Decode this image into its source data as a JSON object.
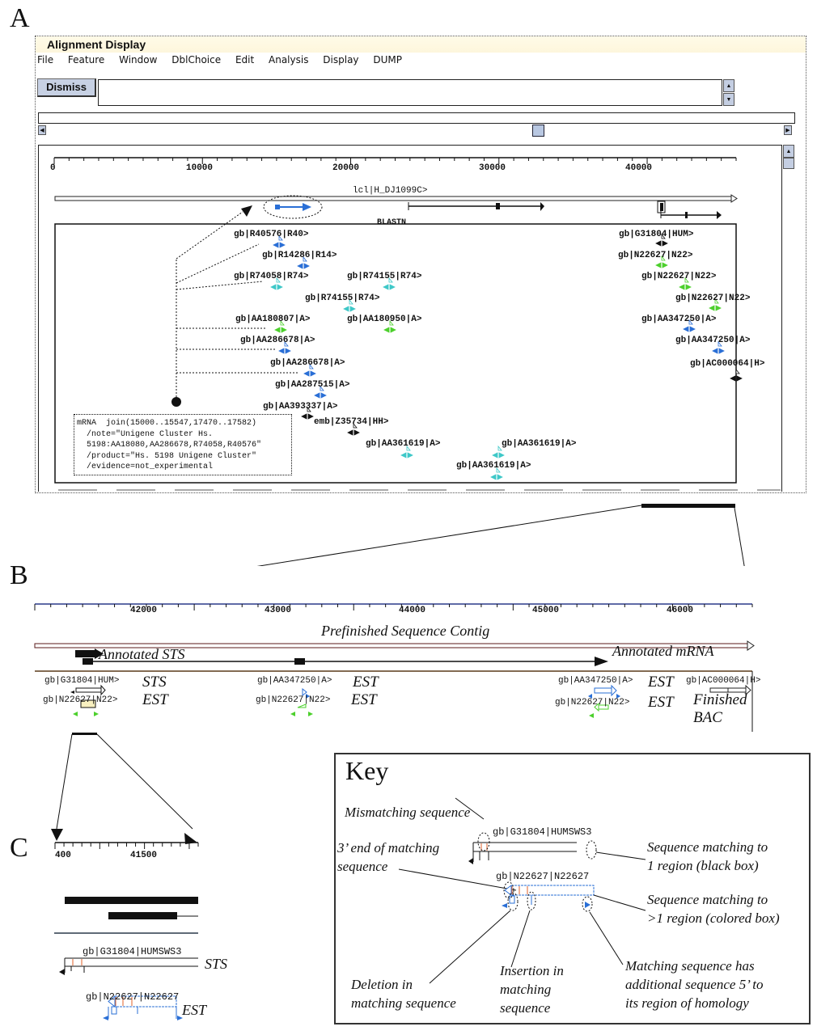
{
  "panels": {
    "a": "A",
    "b": "B",
    "c": "C"
  },
  "window": {
    "title": "Alignment Display",
    "menu": [
      "File",
      "Feature",
      "Window",
      "DblChoice",
      "Edit",
      "Analysis",
      "Display",
      "DUMP"
    ],
    "dismiss_label": "Dismiss",
    "message_field_value": ""
  },
  "panel_a": {
    "axis_ticks": [
      "0",
      "10000",
      "20000",
      "30000",
      "40000"
    ],
    "contig_label": "lcl|H_DJ1099C>",
    "blast_label": "BLASTN",
    "hits": [
      {
        "label": "gb|R40576|R40>",
        "color": "#2a6fd6"
      },
      {
        "label": "gb|R14286|R14>",
        "color": "#2a6fd6"
      },
      {
        "label": "gb|R74058|R74>",
        "color": "#3ec8c8"
      },
      {
        "label": "gb|R74155|R74>",
        "color": "#3ec8c8"
      },
      {
        "label": "gb|R74155|R74>",
        "color": "#3ec8c8"
      },
      {
        "label": "gb|AA180807|A>",
        "color": "#4cd02c"
      },
      {
        "label": "gb|AA180950|A>",
        "color": "#4cd02c"
      },
      {
        "label": "gb|AA286678|A>",
        "color": "#2a6fd6"
      },
      {
        "label": "gb|AA286678|A>",
        "color": "#2a6fd6"
      },
      {
        "label": "gb|AA287515|A>",
        "color": "#2a6fd6"
      },
      {
        "label": "gb|AA393337|A>",
        "color": "#111111"
      },
      {
        "label": "emb|Z35734|HH>",
        "color": "#111111"
      },
      {
        "label": "gb|AA361619|A>",
        "color": "#3ec8c8"
      },
      {
        "label": "gb|AA361619|A>",
        "color": "#3ec8c8"
      },
      {
        "label": "gb|AA361619|A>",
        "color": "#3ec8c8"
      },
      {
        "label": "gb|G31804|HUM>",
        "color": "#111111"
      },
      {
        "label": "gb|N22627|N22>",
        "color": "#4cd02c"
      },
      {
        "label": "gb|N22627|N22>",
        "color": "#4cd02c"
      },
      {
        "label": "gb|N22627|N22>",
        "color": "#4cd02c"
      },
      {
        "label": "gb|AA347250|A>",
        "color": "#2a6fd6"
      },
      {
        "label": "gb|AA347250|A>",
        "color": "#2a6fd6"
      },
      {
        "label": "gb|AC000064|H>",
        "color": "#111111"
      }
    ],
    "annotation": [
      "mRNA  join(15000..15547,17470..17582)",
      "  /note=\"Unigene Cluster Hs.",
      "  5198:AA18080,AA286678,R74058,R40576\"",
      "  /product=\"Hs. 5198 Unigene Cluster\"",
      "  /evidence=not_experimental"
    ]
  },
  "panel_b": {
    "axis_ticks": [
      "42000",
      "43000",
      "44000",
      "45000",
      "46000"
    ],
    "contig_title": "Prefinished Sequence Contig",
    "annotated_sts": "Annotated STS",
    "annotated_mrna": "Annotated mRNA",
    "hits": [
      {
        "label": "gb|G31804|HUM>",
        "type": "STS"
      },
      {
        "label": "gb|N22627|N22>",
        "type": "EST"
      },
      {
        "label": "gb|AA347250|A>",
        "type": "EST"
      },
      {
        "label": "gb|N22627|N22>",
        "type": "EST"
      },
      {
        "label": "gb|AA347250|A>",
        "type": "EST"
      },
      {
        "label": "gb|N22627|N22>",
        "type": "EST"
      },
      {
        "label": "gb|AC000064|H>",
        "type": "Finished BAC"
      }
    ],
    "finished_label_1": "Finished",
    "finished_label_2": "BAC"
  },
  "panel_c": {
    "axis_ticks": [
      "400",
      "41500"
    ],
    "hits": [
      {
        "label": "gb|G31804|HUMSWS3",
        "type": "STS"
      },
      {
        "label": "gb|N22627|N22627",
        "type": "EST"
      }
    ]
  },
  "key": {
    "title": "Key",
    "sample_hits": [
      "gb|G31804|HUMSWS3",
      "gb|N22627|N22627"
    ],
    "annotations": {
      "mismatch": "Mismatching sequence",
      "three_prime_1": "3’ end of matching",
      "three_prime_2": "sequence",
      "one_region_1": "Sequence matching to",
      "one_region_2": "1 region (black box)",
      "multi_region_1": "Sequence matching to",
      "multi_region_2": ">1 region (colored box)",
      "deletion_1": "Deletion  in",
      "deletion_2": "matching sequence",
      "insertion_1": "Insertion in",
      "insertion_2": "matching",
      "insertion_3": "sequence",
      "extra_1": "Matching sequence has",
      "extra_2": "additional sequence 5’ to",
      "extra_3": "its region of homology"
    }
  },
  "colors": {
    "blue": "#2a6fd6",
    "cyan": "#3ec8c8",
    "green": "#4cd02c",
    "mismatch": "#e0602a",
    "button": "#c7d1e4"
  }
}
